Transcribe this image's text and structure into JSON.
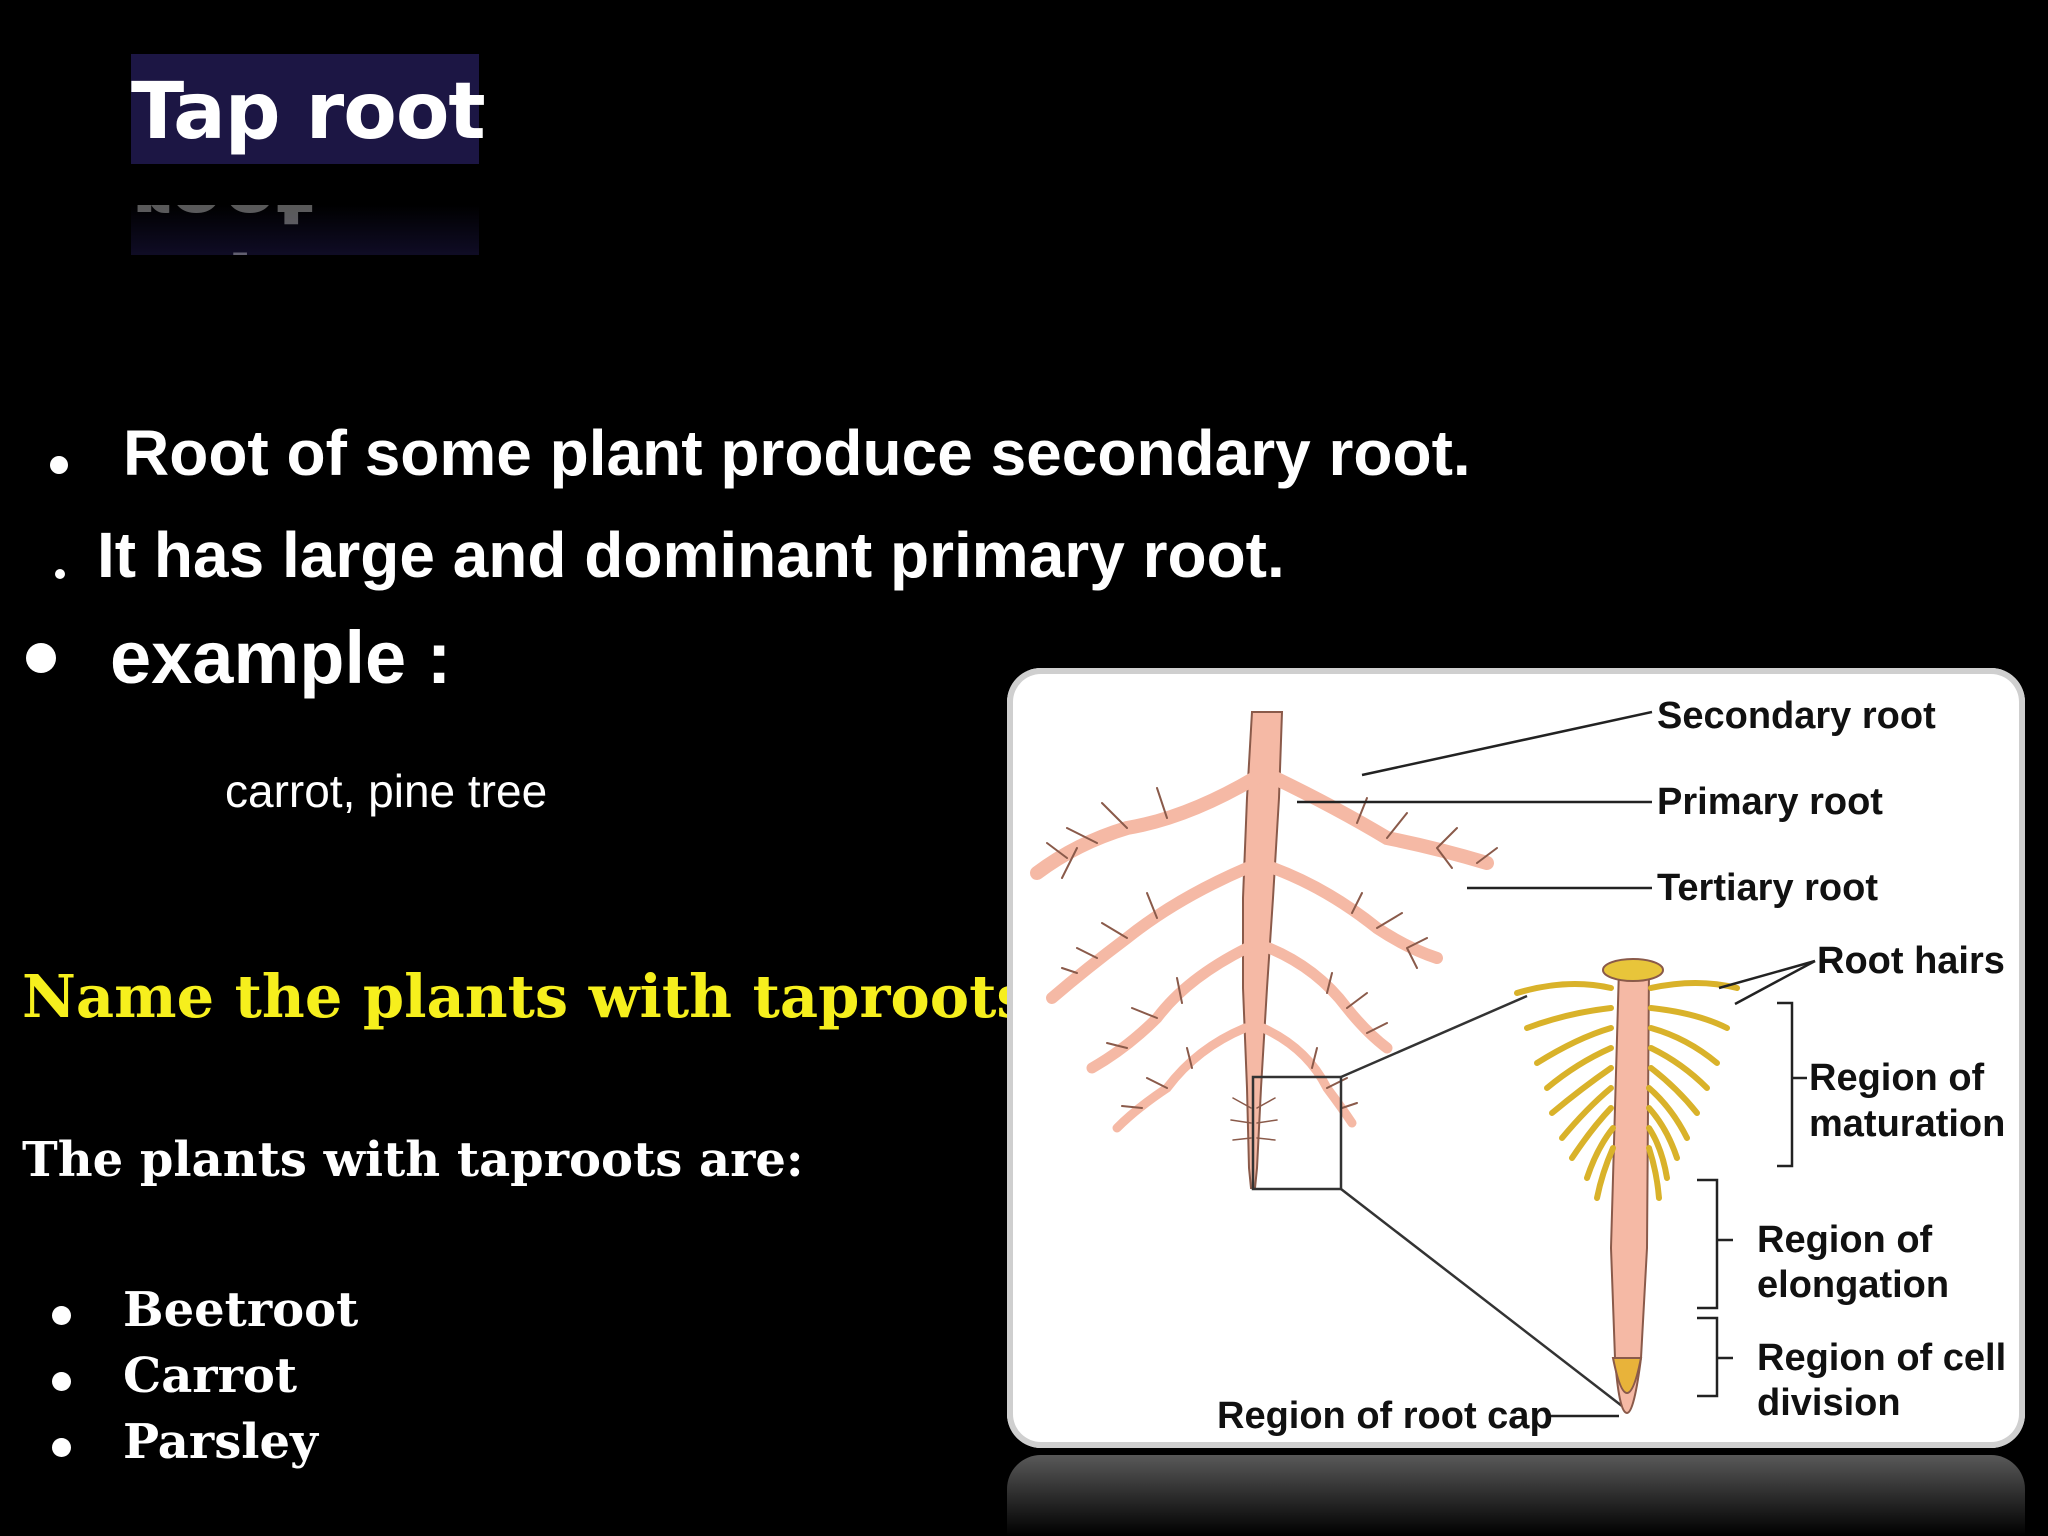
{
  "title": "Tap root",
  "bullets": [
    "Root of some plant produce secondary root.",
    "It has large and dominant primary root.",
    "example :"
  ],
  "example_text": "carrot, pine tree",
  "question": "Name the plants with taproots.",
  "answer_intro": "The plants with taproots are:",
  "plants": [
    "Beetroot",
    "Carrot",
    "Parsley"
  ],
  "figure": {
    "labels": {
      "secondary_root": "Secondary root",
      "primary_root": "Primary root",
      "tertiary_root": "Tertiary root",
      "root_hairs": "Root hairs",
      "maturation_1": "Region of",
      "maturation_2": "maturation",
      "elongation_1": "Region of",
      "elongation_2": "elongation",
      "division_1": "Region of cell",
      "division_2": "division",
      "root_cap": "Region of root cap"
    },
    "colors": {
      "root_fill": "#f5b9a5",
      "root_stroke": "#8a5a4a",
      "hair_fill": "#e8c53a",
      "tip_fill": "#f5b9a5"
    }
  }
}
